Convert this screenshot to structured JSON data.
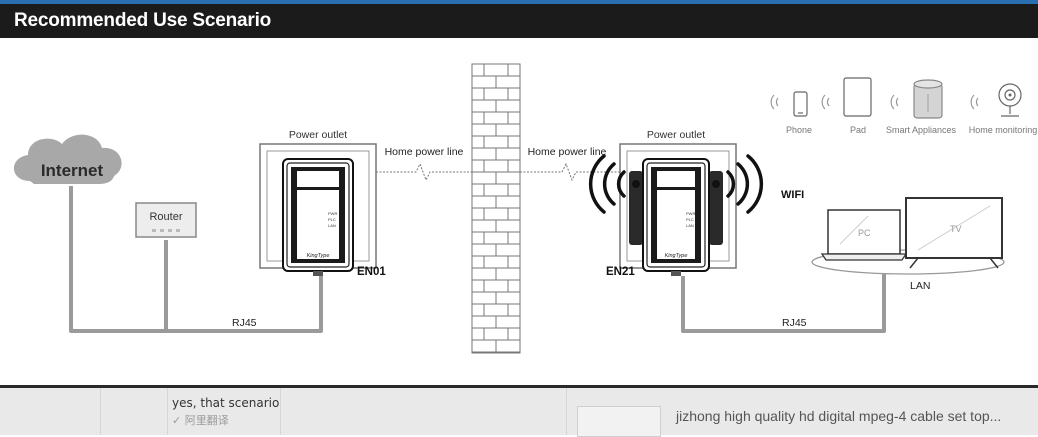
{
  "banner": {
    "title": "Recommended Use Scenario"
  },
  "diagram": {
    "internet_label": "Internet",
    "router_label": "Router",
    "left_outlet_label": "Power outlet",
    "right_outlet_label": "Power outlet",
    "left_powerline_label": "Home power line",
    "right_powerline_label": "Home power line",
    "left_adapter_model": "EN01",
    "right_adapter_model": "EN21",
    "adapter_brand": "KingType",
    "left_cable_label": "RJ45",
    "right_cable_label": "RJ45",
    "wifi_label": "WIFI",
    "lan_label": "LAN",
    "pc_label": "PC",
    "tv_label": "TV",
    "devices": [
      "Phone",
      "Pad",
      "Smart Appliances",
      "Home monitoring"
    ],
    "led_labels": [
      "PWR",
      "PLC",
      "LAN"
    ]
  },
  "footer": {
    "comment": "yes, that scenario",
    "translate": "✓ 阿里翻译",
    "product": "jizhong high quality hd digital mpeg-4 cable set top..."
  }
}
